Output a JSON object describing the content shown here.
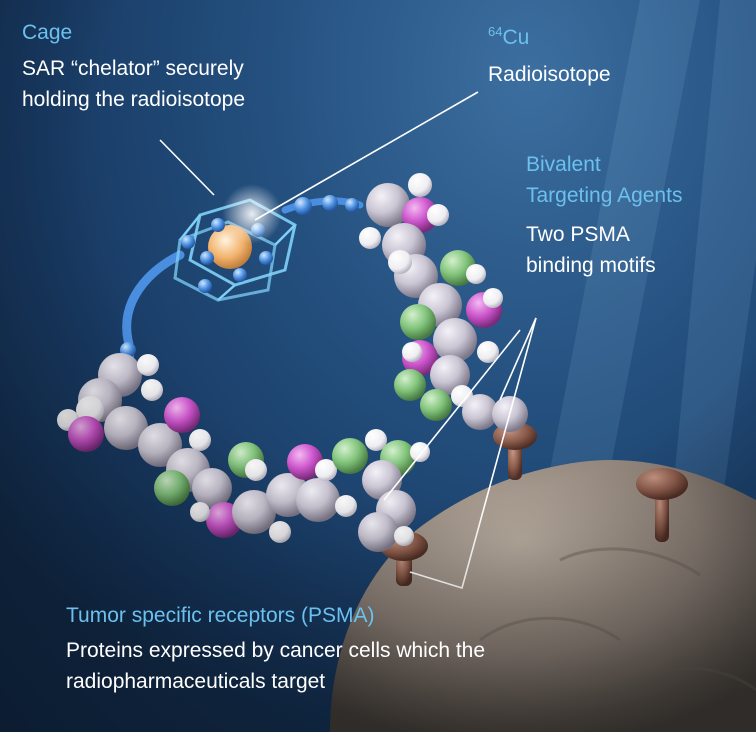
{
  "labels": {
    "cage": {
      "heading": "Cage",
      "line1": "SAR “chelator” securely",
      "line2": "holding the radioisotope"
    },
    "isotope": {
      "mass_number": "64",
      "symbol": "Cu",
      "description": "Radioisotope"
    },
    "targeting": {
      "heading1": "Bivalent",
      "heading2": "Targeting Agents",
      "line1": "Two PSMA",
      "line2": "binding motifs"
    },
    "receptors": {
      "heading": "Tumor specific receptors (PSMA)",
      "line1": "Proteins expressed by cancer cells which the",
      "line2": "radiopharmaceuticals target"
    }
  },
  "colors": {
    "heading": "#6cc0ee",
    "text": "#ffffff",
    "background": "#1c416b",
    "carbon": "#cfcbd8",
    "hydrogen": "#ffffff",
    "oxygen": "#cc55cc",
    "nitrogen": "#7fc27a",
    "receptor": "#8a5a4a",
    "cell": "#9a8f86",
    "copper": "#f2b46e",
    "cage": "#7fd0f8"
  }
}
